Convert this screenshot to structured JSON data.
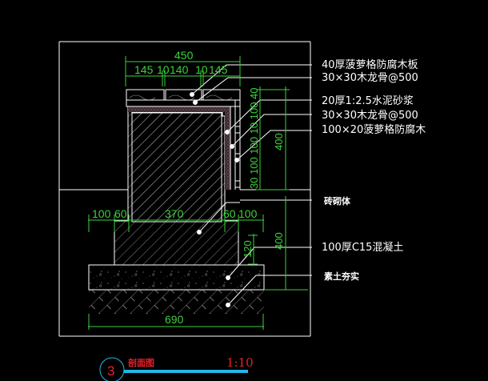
{
  "drawing": {
    "type": "CAD section detail",
    "background": "#000000",
    "colors": {
      "outline": "#ffffff",
      "dimension": "#3bd13b",
      "title": "#e8202a",
      "title_bar": "#22b8e8"
    },
    "dimensions_top": {
      "overall": "450",
      "segments": [
        "145",
        "10",
        "140",
        "10",
        "145"
      ]
    },
    "dimensions_right_upper": {
      "overall": "400",
      "segments": [
        "40",
        "100",
        "100",
        "10",
        "100",
        "10",
        "30"
      ]
    },
    "dimensions_middle": [
      "100",
      "60",
      "370",
      "60",
      "100"
    ],
    "dimension_footing_height": "120",
    "dimension_right_lower": "400",
    "dimension_bottom": "690",
    "annotations": [
      {
        "id": "a1",
        "text": "40厚菠萝格防腐木板"
      },
      {
        "id": "a2",
        "text": "30×30木龙骨@500"
      },
      {
        "id": "a3",
        "text": "20厚1:2.5水泥砂浆"
      },
      {
        "id": "a4",
        "text": "30×30木龙骨@500"
      },
      {
        "id": "a5",
        "text": "100×20菠萝格防腐木"
      },
      {
        "id": "a6",
        "text": "砖砌体"
      },
      {
        "id": "a7",
        "text": "100厚C15混凝土"
      },
      {
        "id": "a8",
        "text": "素土夯实"
      }
    ],
    "title_block": {
      "number": "3",
      "title": "剖面图",
      "scale": "1:10"
    }
  }
}
